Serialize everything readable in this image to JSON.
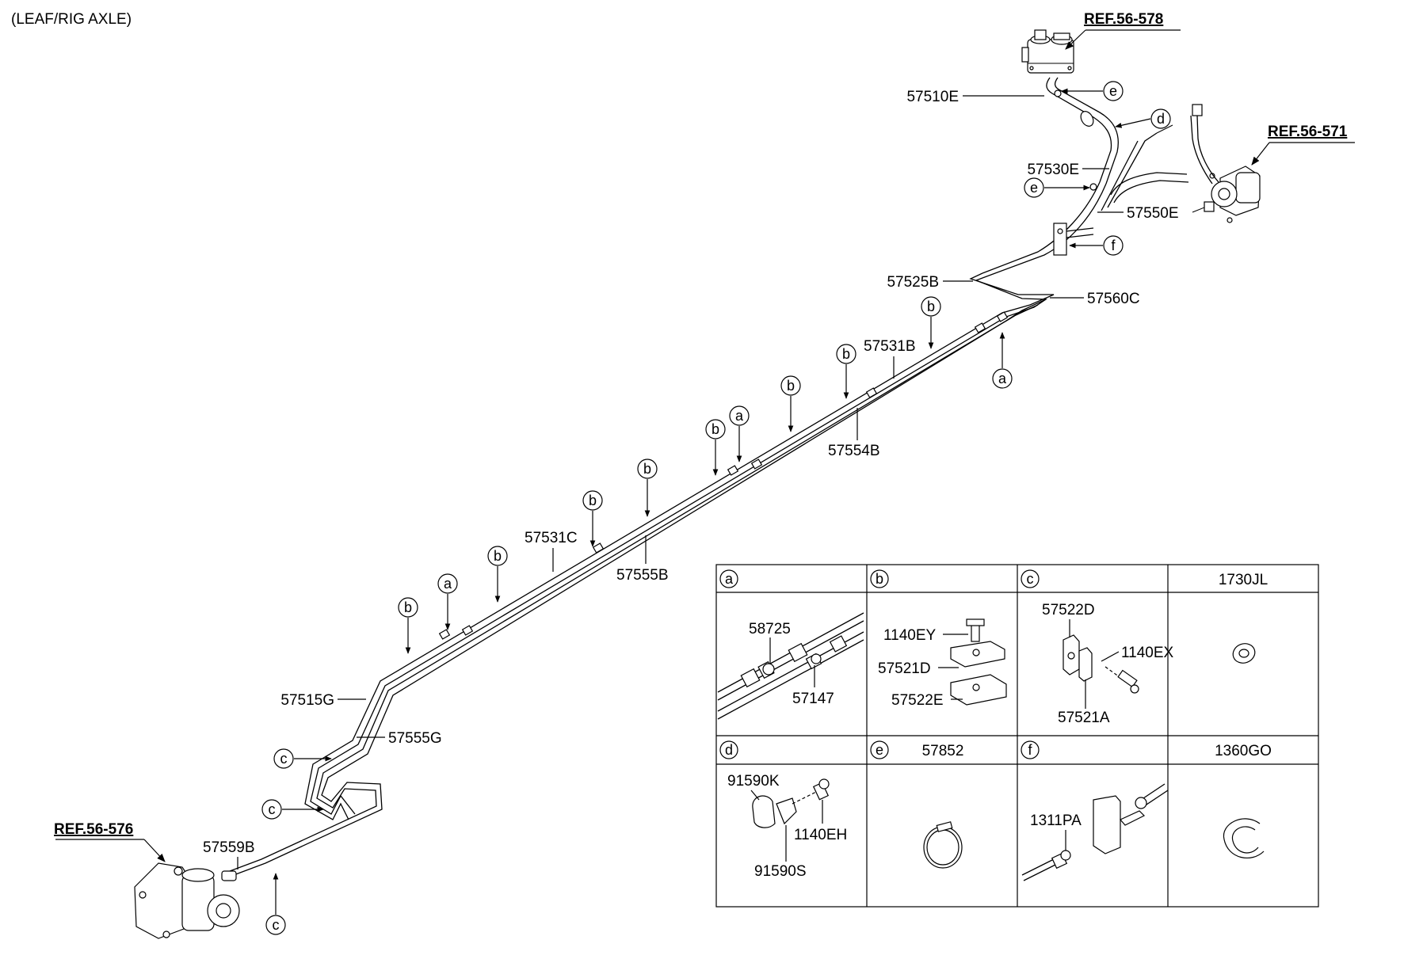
{
  "header": {
    "title": "(LEAF/RIG AXLE)"
  },
  "refs": {
    "r578": "REF.56-578",
    "r571": "REF.56-571",
    "r576": "REF.56-576"
  },
  "labels": {
    "p57510E": "57510E",
    "p57530E": "57530E",
    "p57550E": "57550E",
    "p57525B": "57525B",
    "p57560C": "57560C",
    "p57531B": "57531B",
    "p57554B": "57554B",
    "p57531C": "57531C",
    "p57555B": "57555B",
    "p57515G": "57515G",
    "p57555G": "57555G",
    "p57559B": "57559B"
  },
  "callouts": {
    "a": "a",
    "b": "b",
    "c": "c",
    "d": "d",
    "e": "e",
    "f": "f"
  },
  "table": {
    "headers": {
      "a": "a",
      "b": "b",
      "c": "c",
      "c4": "1730JL",
      "d": "d",
      "e": "e",
      "e_part": "57852",
      "f": "f",
      "f4": "1360GO"
    },
    "cell_a": {
      "p1": "58725",
      "p2": "57147"
    },
    "cell_b": {
      "p1": "1140EY",
      "p2": "57521D",
      "p3": "57522E"
    },
    "cell_c": {
      "p1": "57522D",
      "p2": "1140EX",
      "p3": "57521A"
    },
    "cell_d": {
      "p1": "91590K",
      "p2": "1140EH",
      "p3": "91590S"
    },
    "cell_f": {
      "p1": "1311PA"
    }
  }
}
